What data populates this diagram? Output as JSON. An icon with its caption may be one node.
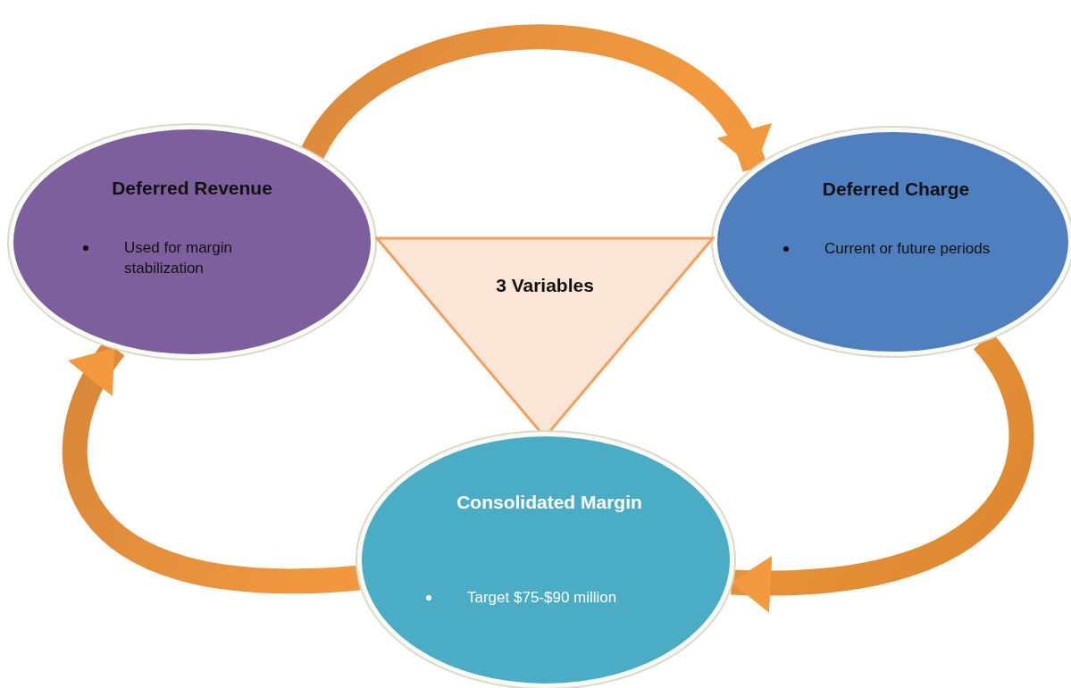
{
  "diagram": {
    "nodes": [
      {
        "text": [
          "Deferred Revenue",
          "Used for margin stabilization"
        ]
      },
      {
        "text": [
          "Deferred Charge",
          "Current or future periods"
        ]
      },
      {
        "text": [
          "3 Variables"
        ]
      },
      {
        "text": [
          "Consolidated Margin",
          "Target $75-$90 million"
        ]
      }
    ],
    "edges": [
      {
        "from": 0,
        "to": 1,
        "arrow": "to"
      },
      {
        "from": 1,
        "to": 3,
        "arrow": "to"
      },
      {
        "from": 3,
        "to": 0,
        "arrow": "to"
      }
    ]
  }
}
